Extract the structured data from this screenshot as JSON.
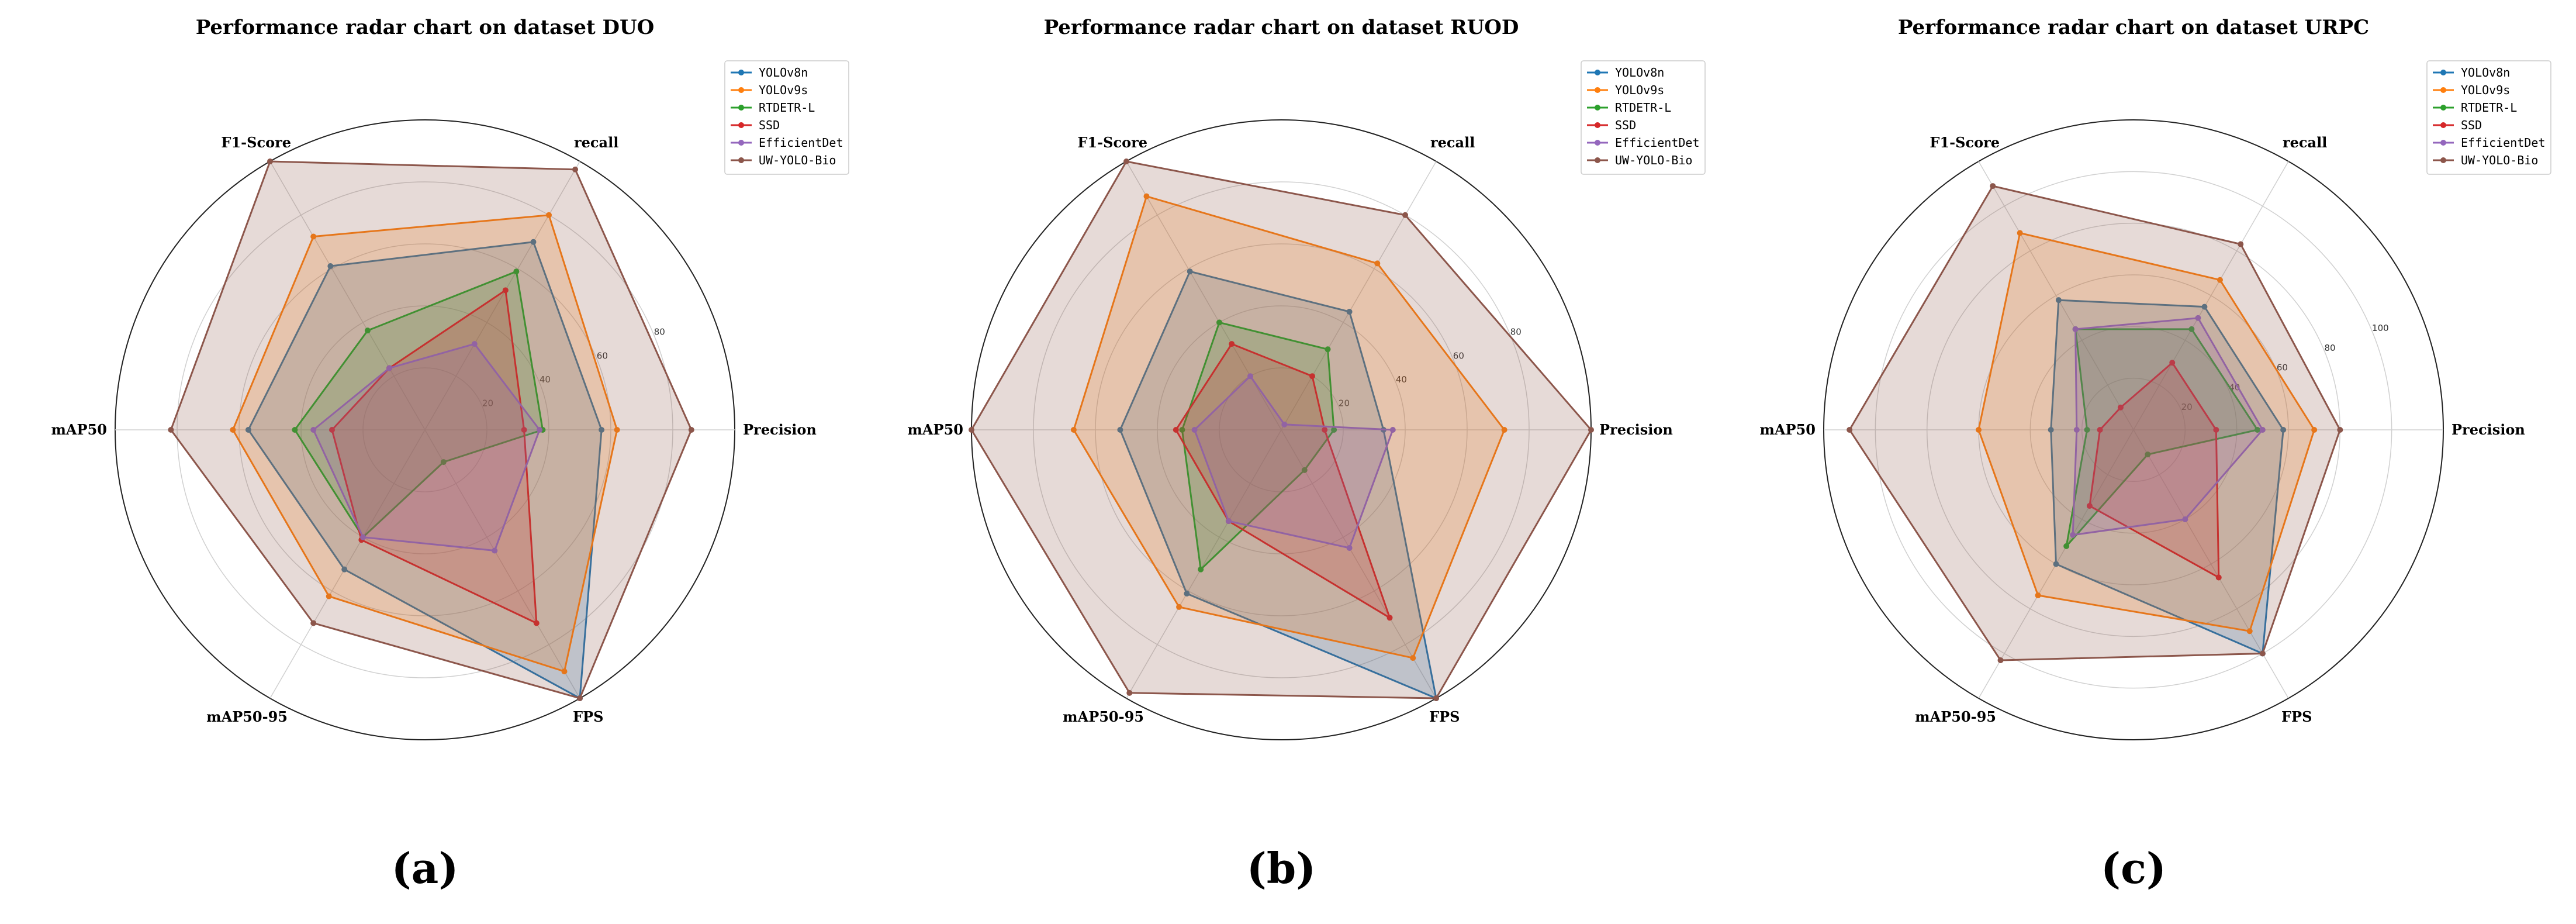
{
  "chart_data": [
    {
      "type": "radar",
      "title": "Performance radar chart on dataset DUO",
      "panel_label": "(a)",
      "axes": [
        "Precision",
        "recall",
        "F1-Score",
        "mAP50",
        "mAP50-95",
        "FPS"
      ],
      "rlim": [
        0,
        100
      ],
      "rticks": [
        20,
        40,
        60,
        80
      ],
      "grid": true,
      "legend": "top-right",
      "series": [
        {
          "name": "YOLOv8n",
          "color": "#1f77b4",
          "values": [
            57,
            70,
            61,
            57,
            52,
            100
          ]
        },
        {
          "name": "YOLOv9s",
          "color": "#ff7f0e",
          "values": [
            62,
            80,
            72,
            62,
            62,
            90
          ]
        },
        {
          "name": "RTDETR-L",
          "color": "#2ca02c",
          "values": [
            38,
            59,
            37,
            42,
            40,
            12
          ]
        },
        {
          "name": "SSD",
          "color": "#d62728",
          "values": [
            32,
            52,
            23,
            30,
            41,
            72
          ]
        },
        {
          "name": "EfficientDet",
          "color": "#9467bd",
          "values": [
            37,
            32,
            23,
            36,
            40,
            45
          ]
        },
        {
          "name": "UW-YOLO-Bio",
          "color": "#8c564b",
          "values": [
            86,
            97,
            100,
            82,
            72,
            100
          ]
        }
      ]
    },
    {
      "type": "radar",
      "title": "Performance radar chart on dataset RUOD",
      "panel_label": "(b)",
      "axes": [
        "Precision",
        "recall",
        "F1-Score",
        "mAP50",
        "mAP50-95",
        "FPS"
      ],
      "rlim": [
        0,
        100
      ],
      "rticks": [
        20,
        40,
        60,
        80
      ],
      "grid": true,
      "legend": "top-right",
      "series": [
        {
          "name": "YOLOv8n",
          "color": "#1f77b4",
          "values": [
            33,
            44,
            59,
            52,
            61,
            100
          ]
        },
        {
          "name": "YOLOv9s",
          "color": "#ff7f0e",
          "values": [
            72,
            62,
            87,
            67,
            66,
            85
          ]
        },
        {
          "name": "RTDETR-L",
          "color": "#2ca02c",
          "values": [
            17,
            30,
            40,
            32,
            52,
            15
          ]
        },
        {
          "name": "SSD",
          "color": "#d62728",
          "values": [
            14,
            20,
            32,
            34,
            34,
            70
          ]
        },
        {
          "name": "EfficientDet",
          "color": "#9467bd",
          "values": [
            36,
            2,
            20,
            28,
            34,
            44
          ]
        },
        {
          "name": "UW-YOLO-Bio",
          "color": "#8c564b",
          "values": [
            100,
            80,
            100,
            100,
            98,
            100
          ]
        }
      ]
    },
    {
      "type": "radar",
      "title": "Performance radar chart on dataset URPC",
      "panel_label": "(c)",
      "axes": [
        "Precision",
        "recall",
        "F1-Score",
        "mAP50",
        "mAP50-95",
        "FPS"
      ],
      "rlim": [
        0,
        120
      ],
      "rticks": [
        20,
        40,
        60,
        80,
        100
      ],
      "grid": true,
      "legend": "top-right",
      "series": [
        {
          "name": "YOLOv8n",
          "color": "#1f77b4",
          "values": [
            58,
            55,
            58,
            32,
            60,
            100
          ]
        },
        {
          "name": "YOLOv9s",
          "color": "#ff7f0e",
          "values": [
            70,
            67,
            88,
            60,
            74,
            90
          ]
        },
        {
          "name": "RTDETR-L",
          "color": "#2ca02c",
          "values": [
            48,
            45,
            45,
            18,
            52,
            11
          ]
        },
        {
          "name": "SSD",
          "color": "#d62728",
          "values": [
            32,
            30,
            10,
            13,
            34,
            66
          ]
        },
        {
          "name": "EfficientDet",
          "color": "#9467bd",
          "values": [
            50,
            50,
            45,
            22,
            47,
            40
          ]
        },
        {
          "name": "UW-YOLO-Bio",
          "color": "#8c564b",
          "values": [
            80,
            83,
            109,
            110,
            103,
            100
          ]
        }
      ]
    }
  ]
}
